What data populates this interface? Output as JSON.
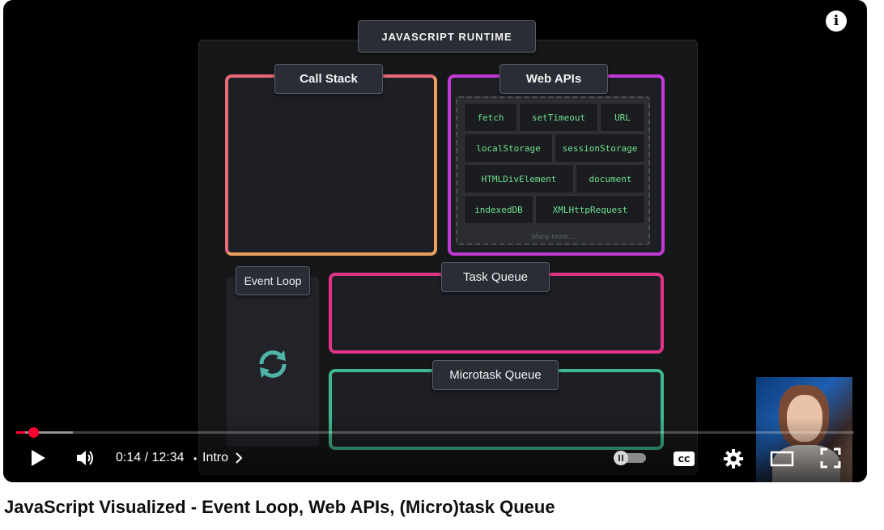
{
  "diagram": {
    "runtime_label": "JAVASCRIPT RUNTIME",
    "call_stack_label": "Call Stack",
    "web_apis_label": "Web APIs",
    "apis": [
      "fetch",
      "setTimeout",
      "URL",
      "localStorage",
      "sessionStorage",
      "HTMLDivElement",
      "document",
      "indexedDB",
      "XMLHttpRequest"
    ],
    "apis_more": "Many more...",
    "event_loop_label": "Event Loop",
    "task_queue_label": "Task Queue",
    "microtask_queue_label": "Microtask Queue"
  },
  "player": {
    "time": "0:14 / 12:34",
    "chapter_separator": "•",
    "chapter": "Intro",
    "progress_fraction": 0.011
  },
  "video": {
    "title": "JavaScript Visualized - Event Loop, Web APIs, (Micro)task Queue"
  },
  "colors": {
    "call_stack_border": "#f07a6a",
    "web_apis_border": "#c23ad6",
    "task_queue_border": "#e0338a",
    "microtask_queue_border": "#3fb88f",
    "progress": "#ff0033"
  }
}
